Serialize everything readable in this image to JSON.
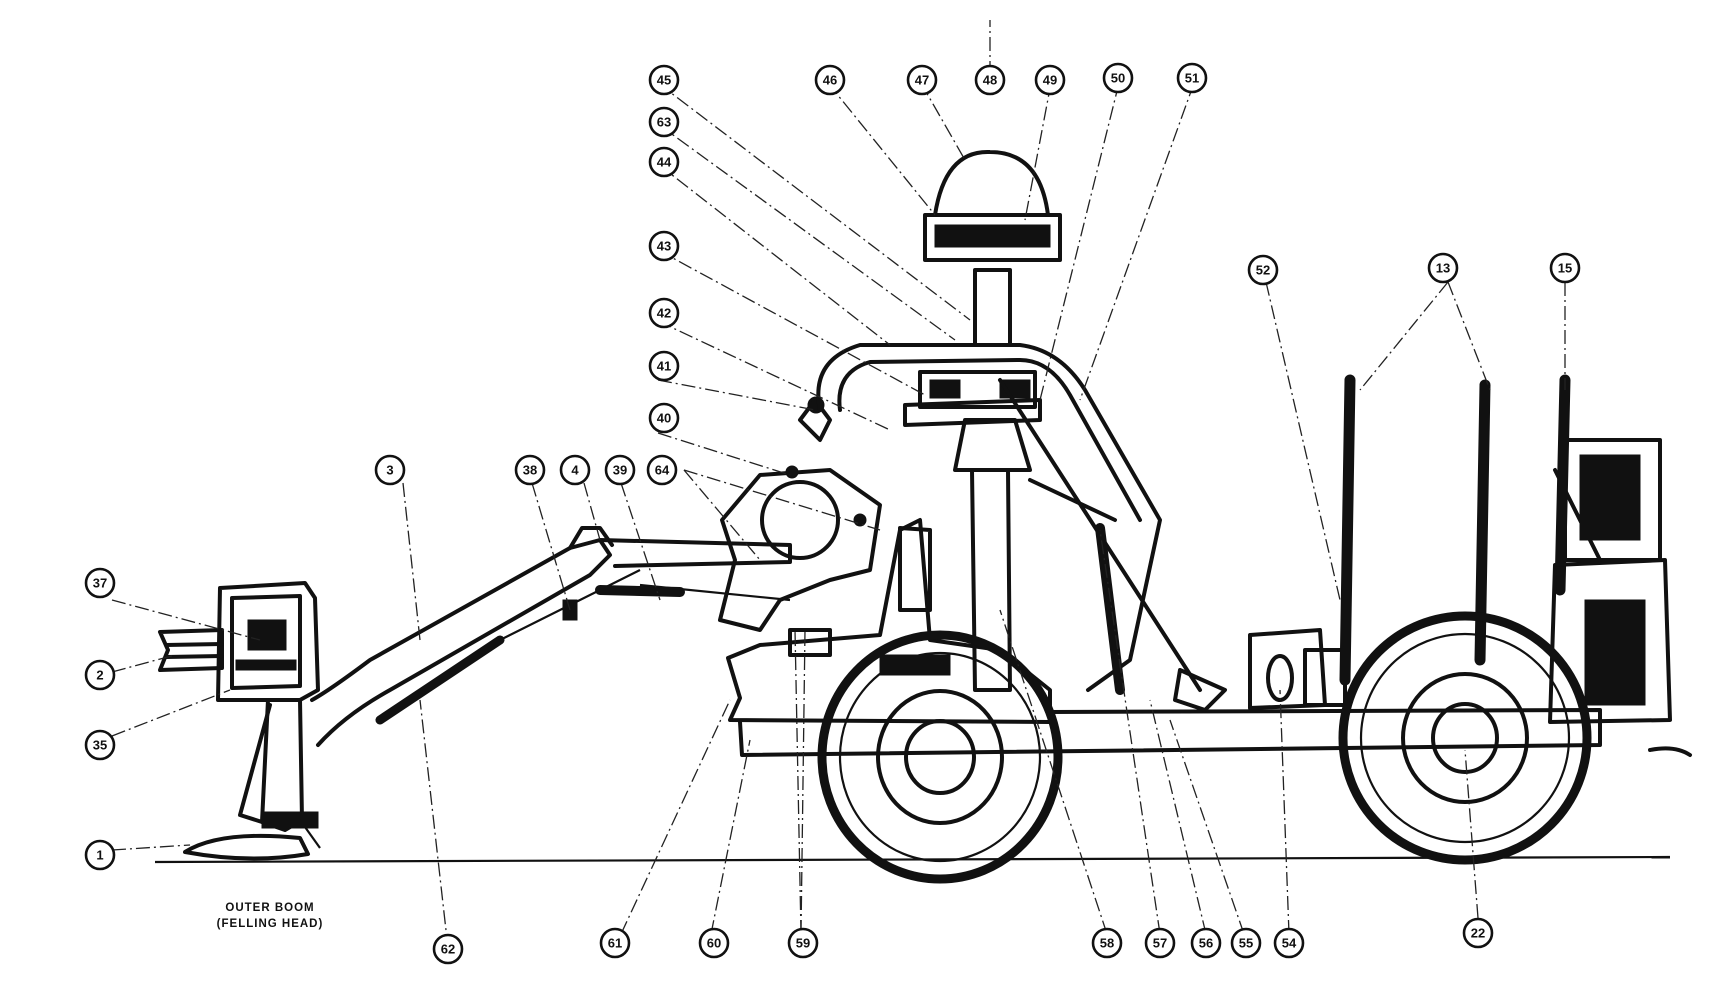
{
  "caption": {
    "line1": "OUTER BOOM",
    "line2": "(FELLING HEAD)"
  },
  "callouts": {
    "c1": "1",
    "c2": "2",
    "c3": "3",
    "c4": "4",
    "c13": "13",
    "c15": "15",
    "c22": "22",
    "c35": "35",
    "c37": "37",
    "c38": "38",
    "c39": "39",
    "c40": "40",
    "c41": "41",
    "c42": "42",
    "c43": "43",
    "c44": "44",
    "c45": "45",
    "c46": "46",
    "c47": "47",
    "c48": "48",
    "c49": "49",
    "c50": "50",
    "c51": "51",
    "c52": "52",
    "c54": "54",
    "c55": "55",
    "c56": "56",
    "c57": "57",
    "c58": "58",
    "c59": "59",
    "c60": "60",
    "c61": "61",
    "c62": "62",
    "c63": "63",
    "c64": "64"
  }
}
